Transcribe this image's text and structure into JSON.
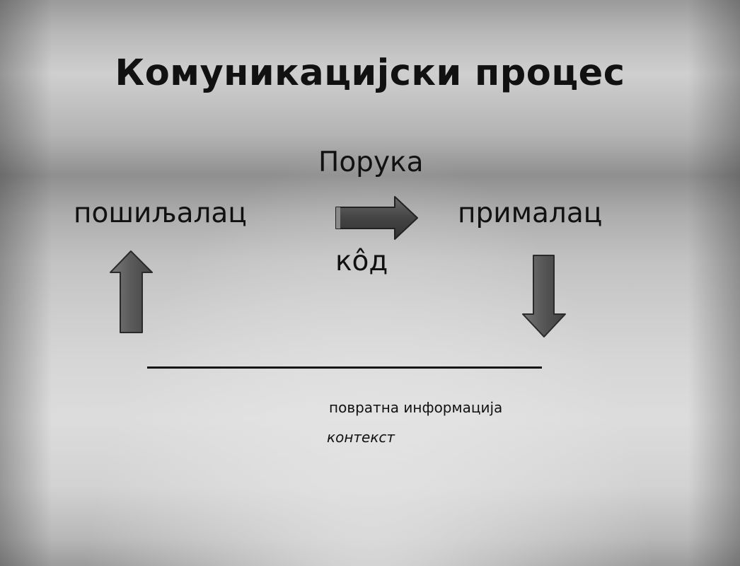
{
  "slide": {
    "title": "Комуникацијски процес"
  },
  "diagram": {
    "sender": "пошиљалац",
    "receiver": "прималац",
    "message": "Порука",
    "code": "кôд",
    "feedback": "повратна информација",
    "context": "контекст"
  },
  "arrows": {
    "fill_color": "#555555",
    "stroke_color": "#2a2a2a"
  }
}
